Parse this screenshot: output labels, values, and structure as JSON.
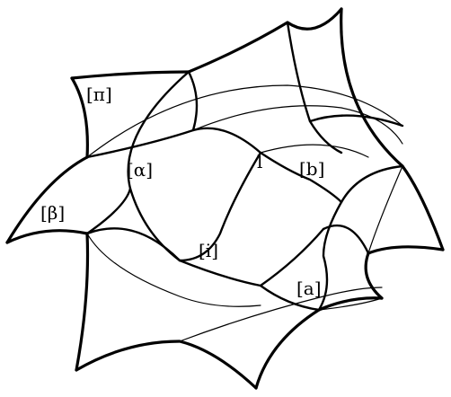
{
  "labels": {
    "pi": "[π]",
    "alpha": "[α]",
    "beta": "[β]",
    "b": "[b]",
    "i": "[i]",
    "a": "[a]",
    "center": "l"
  }
}
